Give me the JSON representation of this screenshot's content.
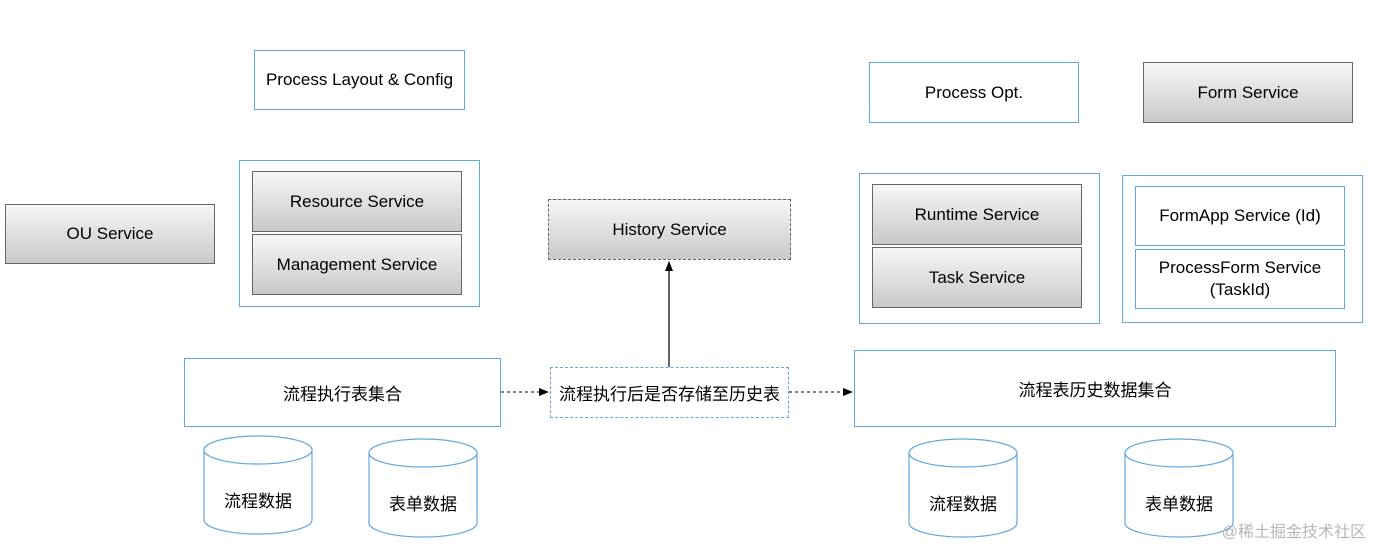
{
  "nodes": {
    "process_layout": "Process Layout & Config",
    "process_opt": "Process Opt.",
    "form_service": "Form Service",
    "ou_service": "OU Service",
    "resource_service": "Resource Service",
    "management_service": "Management Service",
    "history_service": "History Service",
    "runtime_service": "Runtime Service",
    "task_service": "Task Service",
    "formapp_service": "FormApp Service (Id)",
    "processform_service_line1": "ProcessForm Service",
    "processform_service_line2": "(TaskId)",
    "exec_tables": "流程执行表集合",
    "decision": "流程执行后是否存储至历史表",
    "history_tables": "流程表历史数据集合"
  },
  "databases": {
    "left_process_data": "流程数据",
    "left_form_data": "表单数据",
    "right_process_data": "流程数据",
    "right_form_data": "表单数据"
  },
  "watermark": "@稀土掘金技术社区"
}
